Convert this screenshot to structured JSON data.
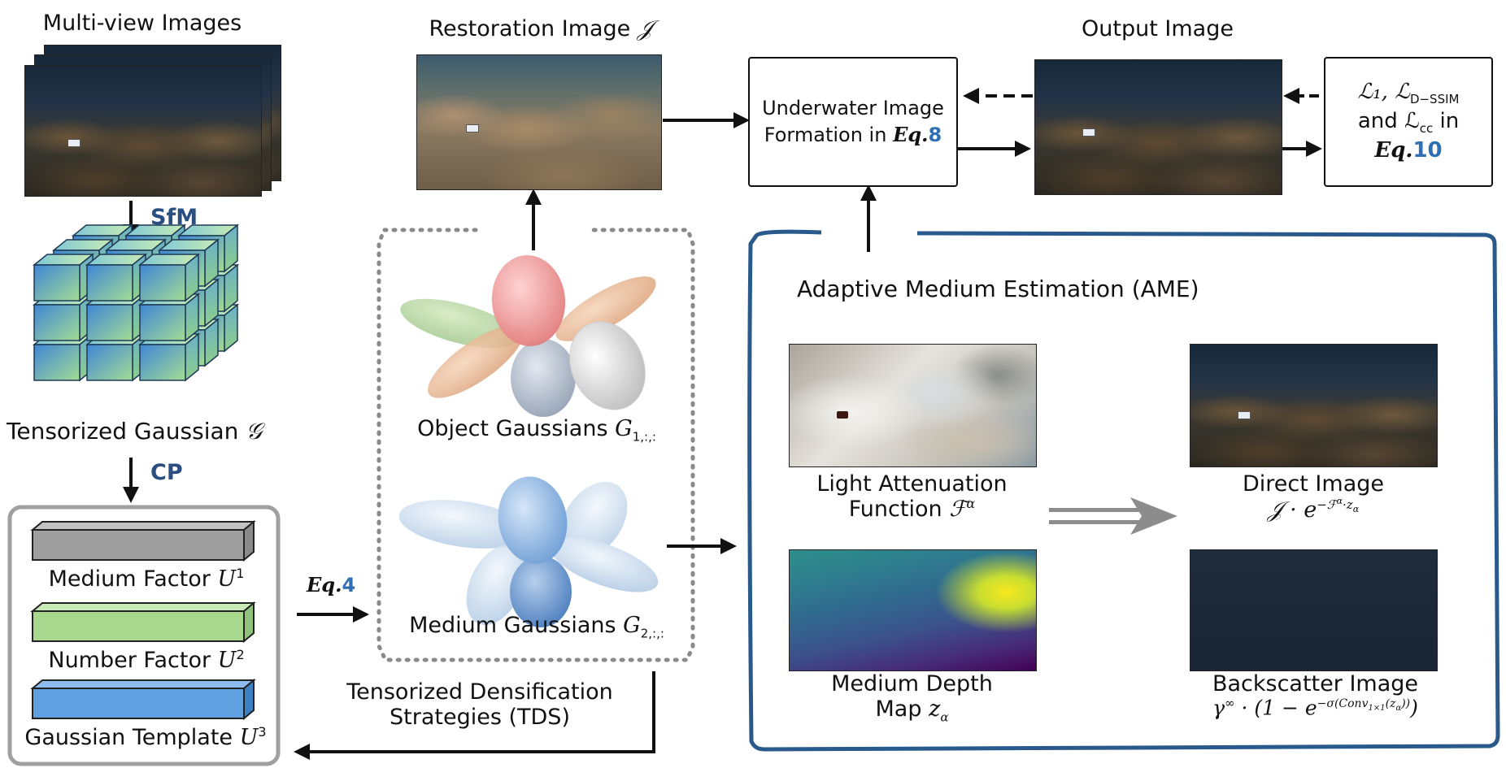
{
  "titles": {
    "multiview": "Multi-view Images",
    "restoration": "Restoration Image",
    "restoration_sym": "𝒥",
    "output": "Output Image"
  },
  "steps": {
    "sfm": "SfM",
    "cp": "CP",
    "eq4_a": "Eq.",
    "eq4_b": "4"
  },
  "tensorized": {
    "label": "Tensorized Gaussian",
    "sym": "𝒢"
  },
  "factors": {
    "medium": {
      "label": "Medium Factor",
      "sym": "U",
      "sup": "1",
      "color": "#9e9e9e"
    },
    "number": {
      "label": "Number Factor",
      "sym": "U",
      "sup": "2",
      "color": "#a8d98f"
    },
    "template": {
      "label": "Gaussian Template",
      "sym": "U",
      "sup": "3",
      "color": "#5ea0e0"
    }
  },
  "gaussians": {
    "object": {
      "label": "Object Gaussians",
      "sym": "G",
      "sub": "1,:,:"
    },
    "medium": {
      "label": "Medium Gaussians",
      "sym": "G",
      "sub": "2,:,:"
    }
  },
  "tds": {
    "line1": "Tensorized Densification",
    "line2": "Strategies (TDS)"
  },
  "formation": {
    "line1": "Underwater Image",
    "line2_a": "Formation in",
    "eq": "Eq.",
    "eq_num": "8"
  },
  "loss": {
    "l1": "ℒ₁, ℒ",
    "dssim": "D−SSIM",
    "and": "and ℒ",
    "cc": "cc",
    "in": "in",
    "eq": "Eq.",
    "eq_num": "10"
  },
  "ame": {
    "title": "Adaptive Medium Estimation (AME)",
    "attenuation": {
      "line1": "Light Attenuation",
      "line2": "Function",
      "sym": "ℱ",
      "sup": "α"
    },
    "depth": {
      "line1": "Medium Depth",
      "line2": "Map",
      "sym": "z",
      "sub": "α"
    },
    "direct": {
      "label": "Direct Image",
      "formula": "𝒥 · e",
      "exp": "−ℱ",
      "exp_sup": "α",
      "exp_tail": "·z",
      "exp_sub": "α"
    },
    "backscatter": {
      "label": "Backscatter Image",
      "formula_a": "γ",
      "formula_sup": "∞",
      "formula_b": "· (1 − e",
      "exp": "−σ(Conv",
      "exp_sub": "1×1",
      "exp_tail": "(z",
      "exp_sub2": "α",
      "close": "))",
      "end": ")"
    }
  },
  "colors": {
    "frame_blue": "#2a5a8c",
    "accent_blue": "#2f6fb3",
    "navy": "#2a4e80",
    "grey_frame": "#a0a0a0"
  }
}
